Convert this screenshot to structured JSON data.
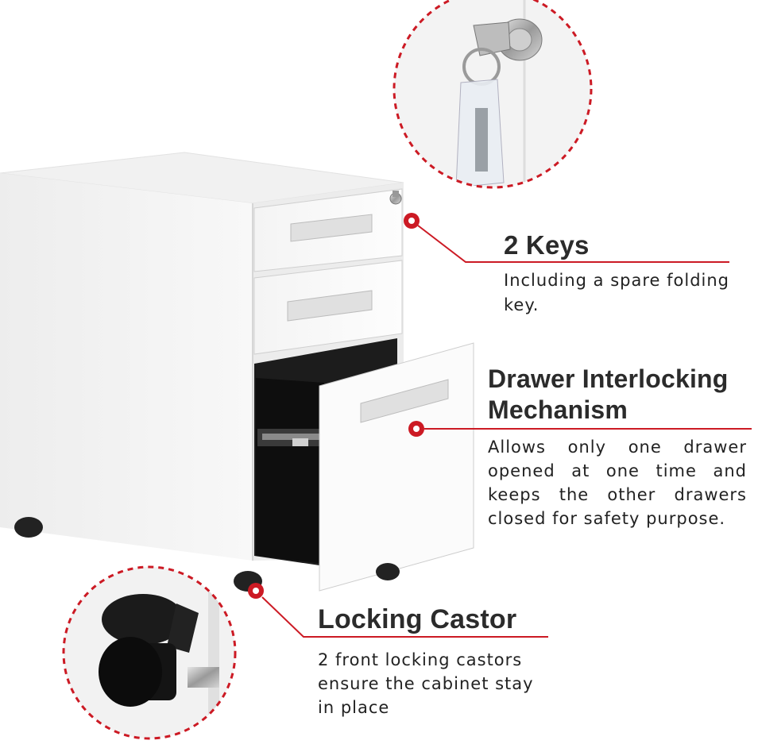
{
  "accent_color": "#cc1a24",
  "features": {
    "keys": {
      "title": "2 Keys",
      "description": "Including a spare folding key."
    },
    "interlock": {
      "title_line1": "Drawer Interlocking",
      "title_line2": "Mechanism",
      "description": "Allows only one drawer opened at one time and keeps the other drawers closed for safety purpose."
    },
    "castor": {
      "title": "Locking Castor",
      "description": "2 front locking castors ensure the cabinet stay in place"
    }
  },
  "product": {
    "drawers": 3,
    "open_drawer": "bottom",
    "body_color": "#ffffff"
  }
}
